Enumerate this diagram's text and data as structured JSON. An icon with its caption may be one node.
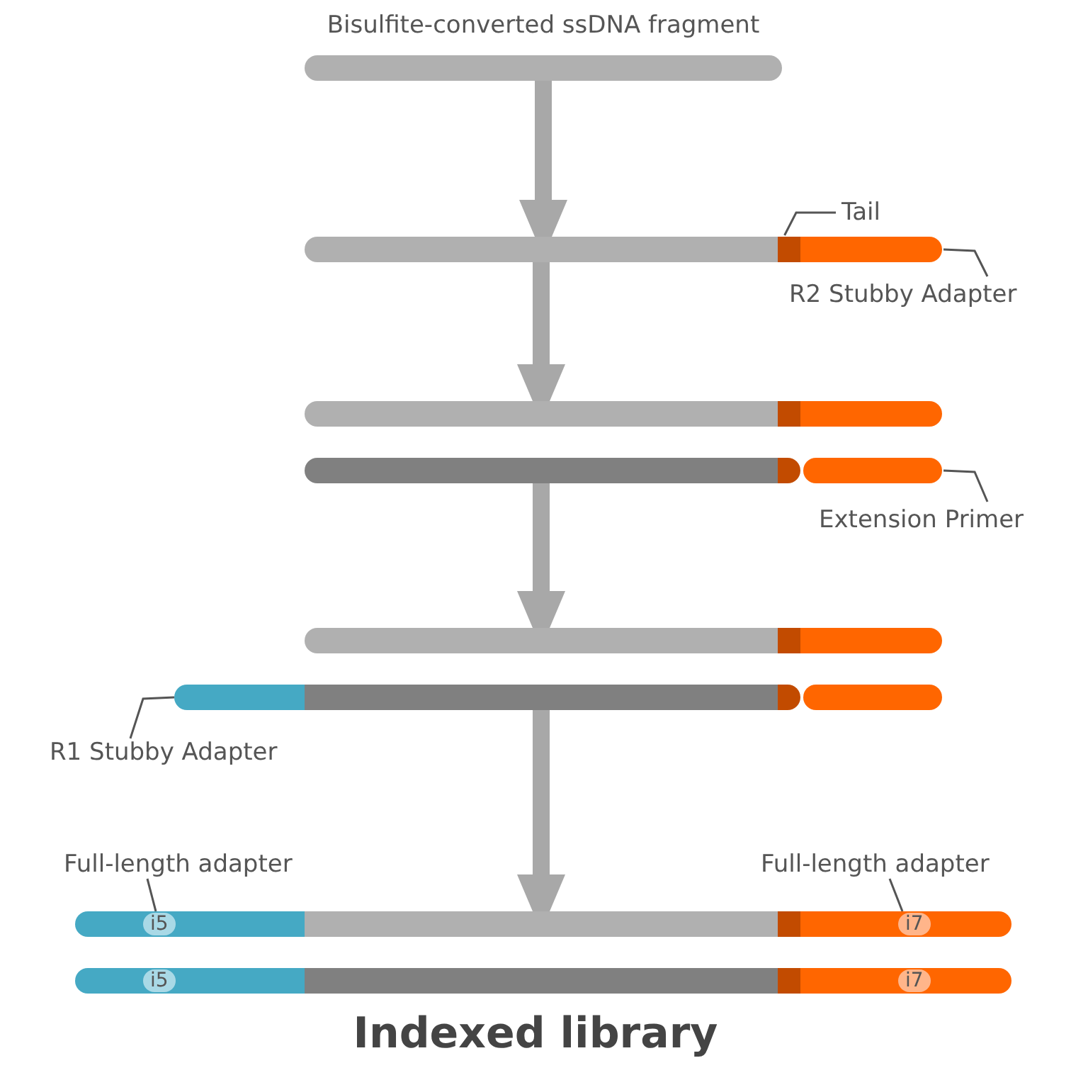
{
  "diagram": {
    "caption": "Indexed library",
    "nodes": [
      {
        "text": [
          "Bisulfite-converted ssDNA fragment"
        ]
      },
      {
        "text": [],
        "shape": "bar"
      },
      {
        "text": [],
        "shape": "bar"
      },
      {
        "text": [],
        "shape": "bar"
      },
      {
        "text": [
          "Tail"
        ]
      },
      {
        "text": [
          "R2 Stubby Adapter"
        ]
      },
      {
        "text": [],
        "shape": "bar"
      },
      {
        "text": [],
        "shape": "bar"
      },
      {
        "text": [],
        "shape": "bar"
      },
      {
        "text": [],
        "shape": "bar"
      },
      {
        "text": [],
        "shape": "bar"
      },
      {
        "text": [],
        "shape": "bar"
      },
      {
        "text": [
          "Extension Primer"
        ]
      },
      {
        "text": [],
        "shape": "bar"
      },
      {
        "text": [],
        "shape": "bar"
      },
      {
        "text": [],
        "shape": "bar"
      },
      {
        "text": [],
        "shape": "bar"
      },
      {
        "text": [],
        "shape": "bar"
      },
      {
        "text": [],
        "shape": "bar"
      },
      {
        "text": [],
        "shape": "bar"
      },
      {
        "text": [
          "R1 Stubby Adapter"
        ]
      },
      {
        "text": [
          "i5"
        ]
      },
      {
        "text": [],
        "shape": "bar"
      },
      {
        "text": [],
        "shape": "bar"
      },
      {
        "text": [
          "i7"
        ]
      },
      {
        "text": [
          "i5"
        ]
      },
      {
        "text": [],
        "shape": "bar"
      },
      {
        "text": [],
        "shape": "bar"
      },
      {
        "text": [
          "i7"
        ]
      },
      {
        "text": [
          "Full-length adapter"
        ]
      },
      {
        "text": [
          "Full-length adapter"
        ]
      }
    ],
    "edges": [
      {
        "from": 0,
        "to": 1,
        "arrow": "to",
        "style": "thick"
      },
      {
        "from": 4,
        "to": 2,
        "arrow": "none"
      },
      {
        "from": 5,
        "to": 3,
        "arrow": "none"
      },
      {
        "from": 1,
        "to": 6,
        "arrow": "to",
        "style": "thick"
      },
      {
        "from": 12,
        "to": 11,
        "arrow": "none"
      },
      {
        "from": 9,
        "to": 13,
        "arrow": "to",
        "style": "thick"
      },
      {
        "from": 20,
        "to": 16,
        "arrow": "none"
      },
      {
        "from": 17,
        "to": 22,
        "arrow": "to",
        "style": "thick"
      },
      {
        "from": 29,
        "to": 21,
        "arrow": "none"
      },
      {
        "from": 30,
        "to": 24,
        "arrow": "none"
      }
    ]
  }
}
